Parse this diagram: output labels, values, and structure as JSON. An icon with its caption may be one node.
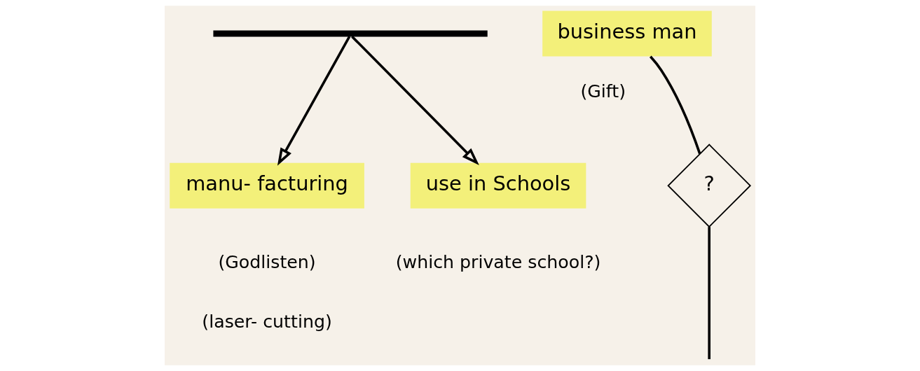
{
  "diagram": {
    "nodes": [
      {
        "text": [],
        "shape": "bar"
      },
      {
        "text": [
          "manu- facturing"
        ],
        "beside": [
          "(Godlisten)",
          "(laser- cutting)"
        ]
      },
      {
        "text": [
          "use in Schools"
        ],
        "beside": [
          "(which private school?)"
        ]
      },
      {
        "text": [
          "business man"
        ],
        "beside": [
          "(Gift)"
        ]
      },
      {
        "text": [
          "?"
        ]
      }
    ],
    "edges": [
      {
        "from": 0,
        "to": 1,
        "arrow": "to"
      },
      {
        "from": 0,
        "to": 2,
        "arrow": "to"
      },
      {
        "from": 3,
        "to": 4,
        "arrow": "none"
      },
      {
        "from": 4,
        "to": null,
        "arrow": "none"
      }
    ]
  }
}
